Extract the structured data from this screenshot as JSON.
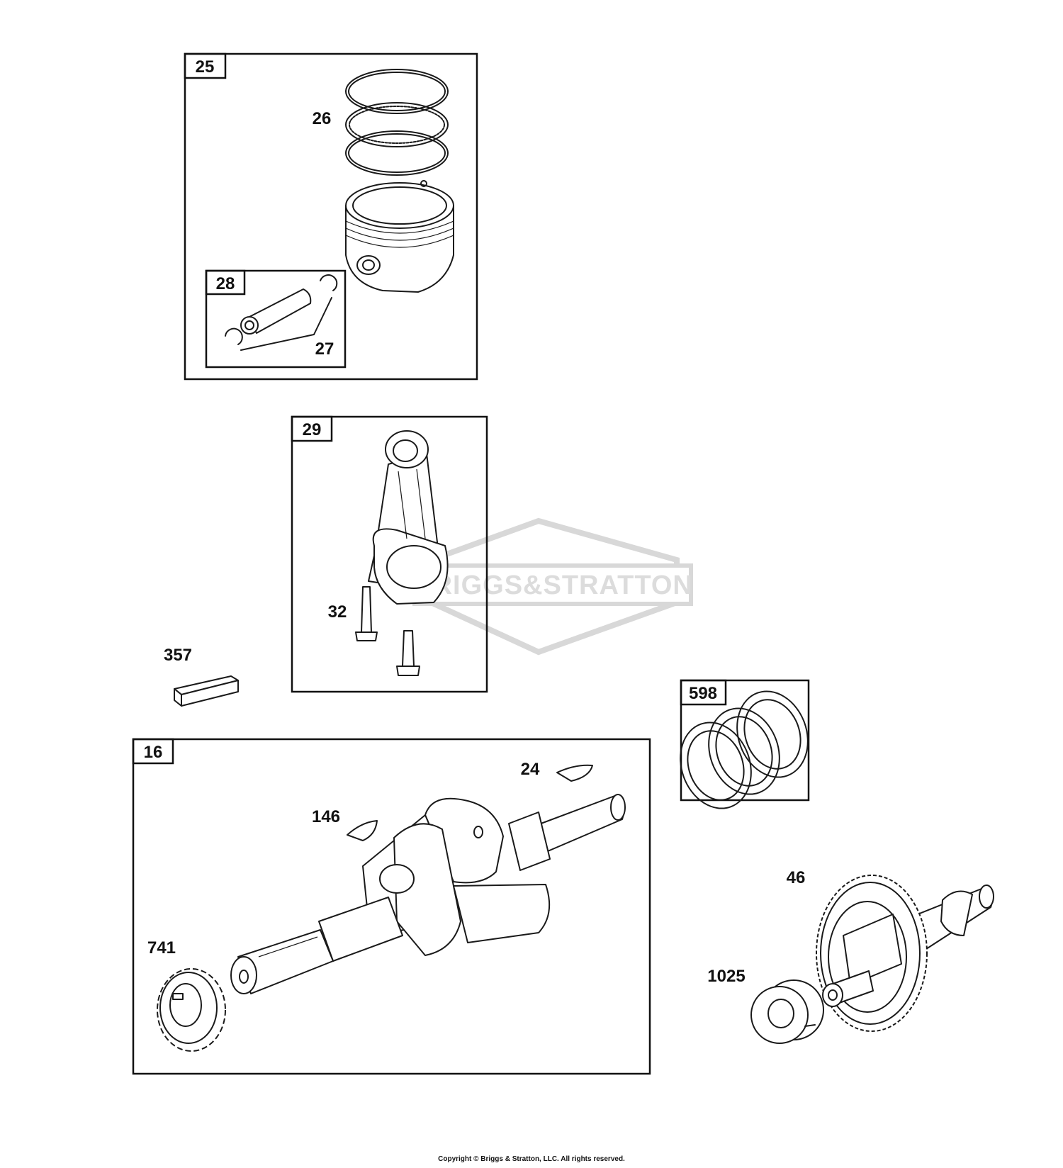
{
  "watermark": {
    "brand": "BRIGGS&STRATTON"
  },
  "boxes": {
    "piston_assembly": "25",
    "piston_pin_kit": "28",
    "connecting_rod": "29",
    "bearing_kit": "598",
    "crankshaft": "16"
  },
  "callouts": {
    "piston_rings": "26",
    "pin_retainer": "27",
    "rod_bolt": "32",
    "key_357": "357",
    "key_24": "24",
    "key_146": "146",
    "crank_gear": "741",
    "camshaft": "46",
    "cam_washer": "1025"
  },
  "footer": {
    "copyright": "Copyright © Briggs & Stratton, LLC. All rights reserved."
  }
}
